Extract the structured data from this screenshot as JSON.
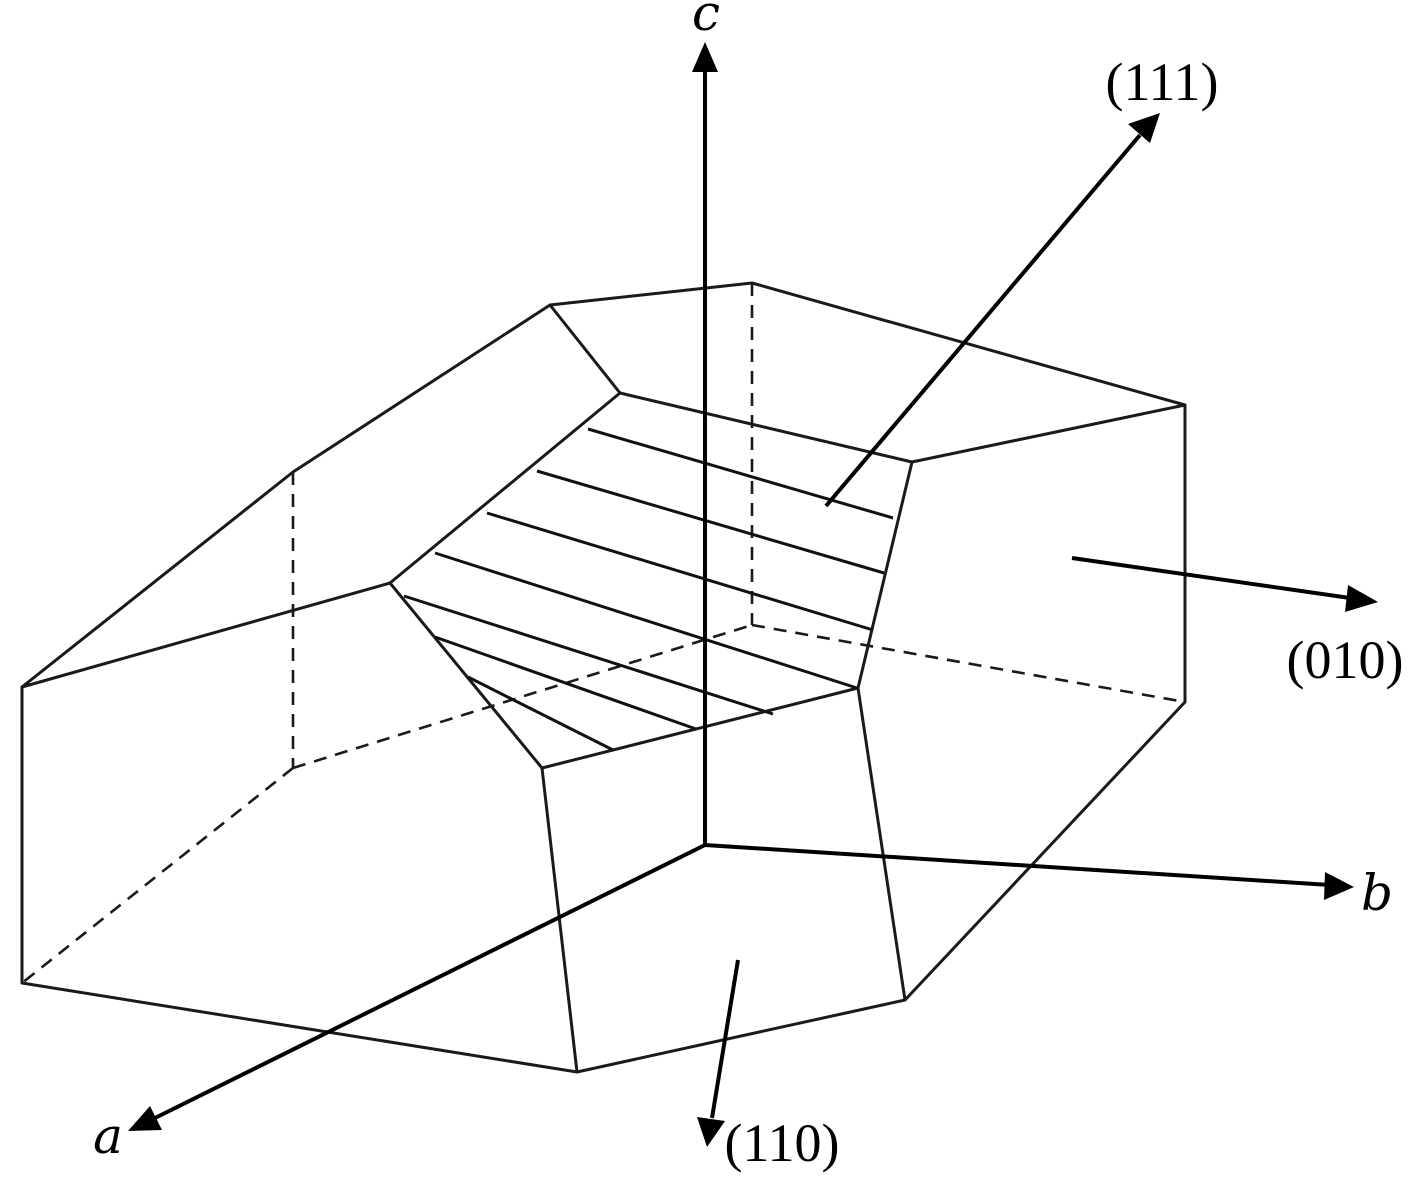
{
  "axes": {
    "a": "a",
    "b": "b",
    "c": "c"
  },
  "faces": {
    "f111": "(111)",
    "f010": "(010)",
    "f110": "(110)"
  }
}
